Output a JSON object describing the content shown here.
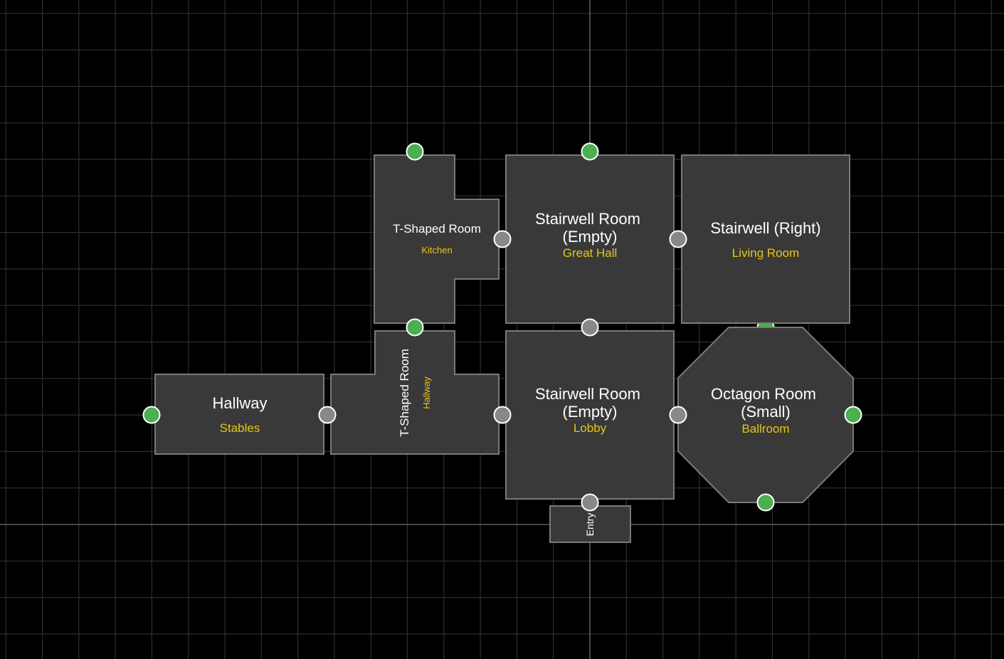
{
  "canvas": {
    "background": "#000000",
    "grid_color": "#2f2f2f",
    "axis_color": "#5a5a5a"
  },
  "colors": {
    "room_fill": "#393939",
    "room_stroke": "#7a7a7a",
    "name_text": "#ffffff",
    "label_text": "#e6c619",
    "connector_connected": "#888888",
    "connector_open": "#4caf50",
    "connector_stroke": "#ffffff"
  },
  "rooms": [
    {
      "id": "kitchen",
      "name": "T-Shaped Room",
      "label": "Kitchen",
      "shape": "t-shape",
      "orientation": "horizontal"
    },
    {
      "id": "great-hall",
      "name": "Stairwell Room (Empty)",
      "label": "Great Hall",
      "shape": "square"
    },
    {
      "id": "living-room",
      "name": "Stairwell (Right)",
      "label": "Living Room",
      "shape": "square"
    },
    {
      "id": "stables",
      "name": "Hallway",
      "label": "Stables",
      "shape": "rectangle"
    },
    {
      "id": "hallway",
      "name": "T-Shaped Room",
      "label": "Hallway",
      "shape": "t-shape",
      "orientation": "rotated"
    },
    {
      "id": "lobby",
      "name": "Stairwell Room (Empty)",
      "label": "Lobby",
      "shape": "square"
    },
    {
      "id": "ballroom",
      "name": "Octagon Room (Small)",
      "label": "Ballroom",
      "shape": "octagon"
    },
    {
      "id": "entry",
      "name": "Entry",
      "label": "",
      "shape": "rectangle"
    }
  ],
  "connectors": [
    {
      "room": "kitchen",
      "side": "top",
      "state": "open"
    },
    {
      "room": "kitchen",
      "side": "right",
      "state": "connected"
    },
    {
      "room": "kitchen",
      "side": "bottom",
      "state": "open"
    },
    {
      "room": "great-hall",
      "side": "top",
      "state": "open"
    },
    {
      "room": "great-hall",
      "side": "right",
      "state": "connected"
    },
    {
      "room": "great-hall",
      "side": "bottom",
      "state": "connected"
    },
    {
      "room": "ballroom",
      "side": "top",
      "state": "open"
    },
    {
      "room": "stables",
      "side": "left",
      "state": "open"
    },
    {
      "room": "stables",
      "side": "right",
      "state": "connected"
    },
    {
      "room": "hallway",
      "side": "right",
      "state": "connected"
    },
    {
      "room": "lobby",
      "side": "right",
      "state": "connected"
    },
    {
      "room": "ballroom",
      "side": "right",
      "state": "open"
    },
    {
      "room": "lobby",
      "side": "bottom",
      "state": "connected"
    },
    {
      "room": "ballroom",
      "side": "bottom",
      "state": "open"
    }
  ]
}
